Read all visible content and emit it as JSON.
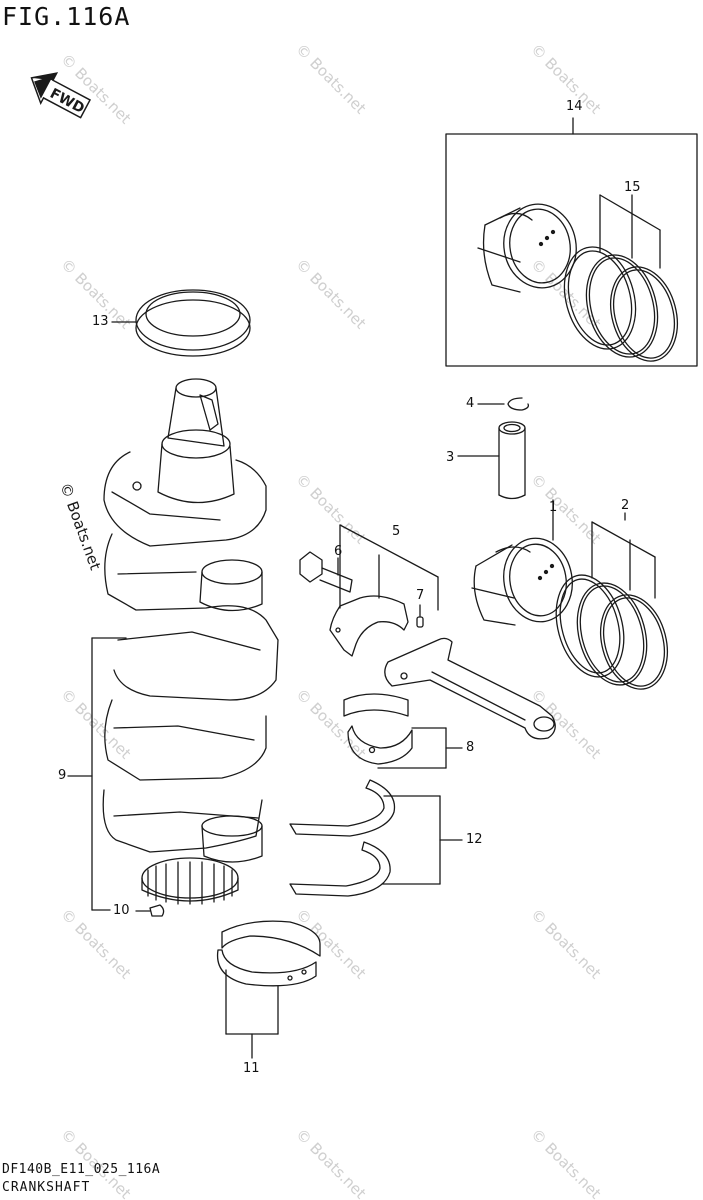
{
  "figure_title": "FIG.116A",
  "footer": {
    "code": "DF140B_E11_025_116A",
    "section_name": "CRANKSHAFT"
  },
  "fwd_arrow_label": "FWD",
  "watermark_text": "© Boats.net",
  "callouts": [
    {
      "id": "1",
      "part": "piston"
    },
    {
      "id": "2",
      "part": "piston-ring-set"
    },
    {
      "id": "3",
      "part": "piston-pin"
    },
    {
      "id": "4",
      "part": "piston-pin-circlip"
    },
    {
      "id": "5",
      "part": "connecting-rod-assembly"
    },
    {
      "id": "6",
      "part": "connecting-rod-bolt"
    },
    {
      "id": "7",
      "part": "dowel-pin"
    },
    {
      "id": "8",
      "part": "connecting-rod-bearing"
    },
    {
      "id": "9",
      "part": "crankshaft"
    },
    {
      "id": "10",
      "part": "crankshaft-plug"
    },
    {
      "id": "11",
      "part": "crankshaft-main-bearing"
    },
    {
      "id": "12",
      "part": "thrust-washer"
    },
    {
      "id": "13",
      "part": "oil-seal"
    },
    {
      "id": "14",
      "part": "piston-oversize"
    },
    {
      "id": "15",
      "part": "piston-ring-set-oversize"
    }
  ],
  "colors": {
    "line": "#1a1a1a",
    "watermark": "#cfcfcf",
    "background": "#ffffff"
  }
}
